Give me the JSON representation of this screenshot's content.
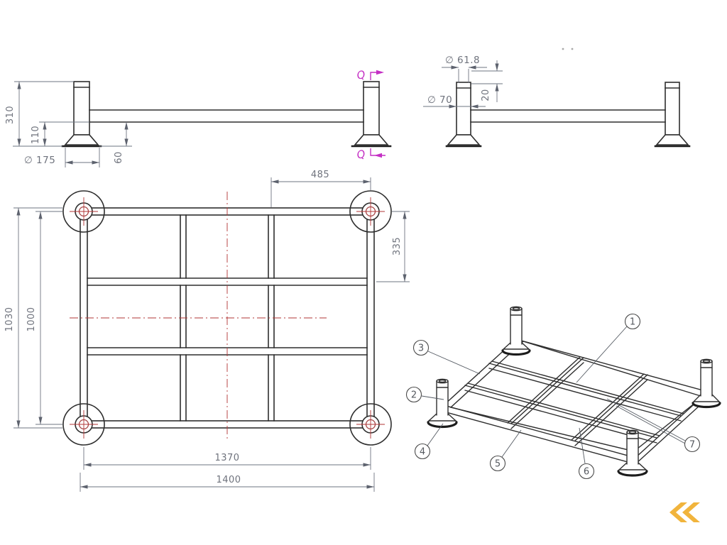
{
  "front_view": {
    "dim_height": "310",
    "dim_rail_height": "110",
    "dim_foot_height": "60",
    "dim_foot_dia": "∅ 175",
    "section_label": "Q"
  },
  "side_view": {
    "dim_cap_dia": "∅ 61.8",
    "dim_cap_height": "20",
    "dim_post_dia": "∅ 70"
  },
  "plan_view": {
    "dim_bay_width": "485",
    "dim_bay_depth": "335",
    "dim_depth_overall": "1030",
    "dim_depth_centers": "1000",
    "dim_length_centers": "1370",
    "dim_length_overall": "1400"
  },
  "iso_view": {
    "balloons": [
      "1",
      "2",
      "3",
      "4",
      "5",
      "6",
      "7"
    ]
  },
  "colors": {
    "object_line": "#2e2e2e",
    "dimension_line": "#6e7482",
    "centerline_red": "#b23434",
    "section_magenta": "#c42fc4",
    "logo_yellow": "#f1b43c",
    "background": "#ffffff"
  }
}
